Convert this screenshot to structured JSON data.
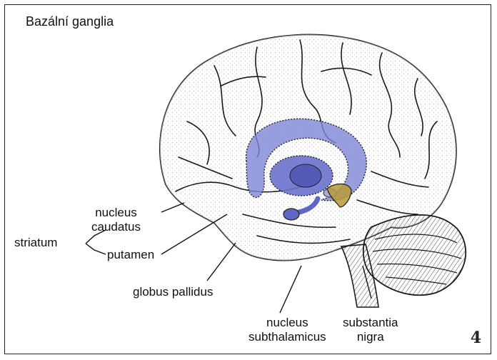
{
  "title": "Bazální ganglia",
  "labels": {
    "striatum": "striatum",
    "nucleus_caudatus_line1": "nucleus",
    "nucleus_caudatus_line2": "caudatus",
    "putamen": "putamen",
    "globus_pallidus": "globus pallidus",
    "nucleus_subthalamicus_line1": "nucleus",
    "nucleus_subthalamicus_line2": "subthalamicus",
    "substantia_nigra_line1": "substantia",
    "substantia_nigra_line2": "nigra"
  },
  "page_number": "4",
  "colors": {
    "caudate_putamen": "#7f86d6",
    "pallidus": "#5f67c4",
    "substantia_nigra": "#b79a3a",
    "outline": "#1a1a1a"
  }
}
